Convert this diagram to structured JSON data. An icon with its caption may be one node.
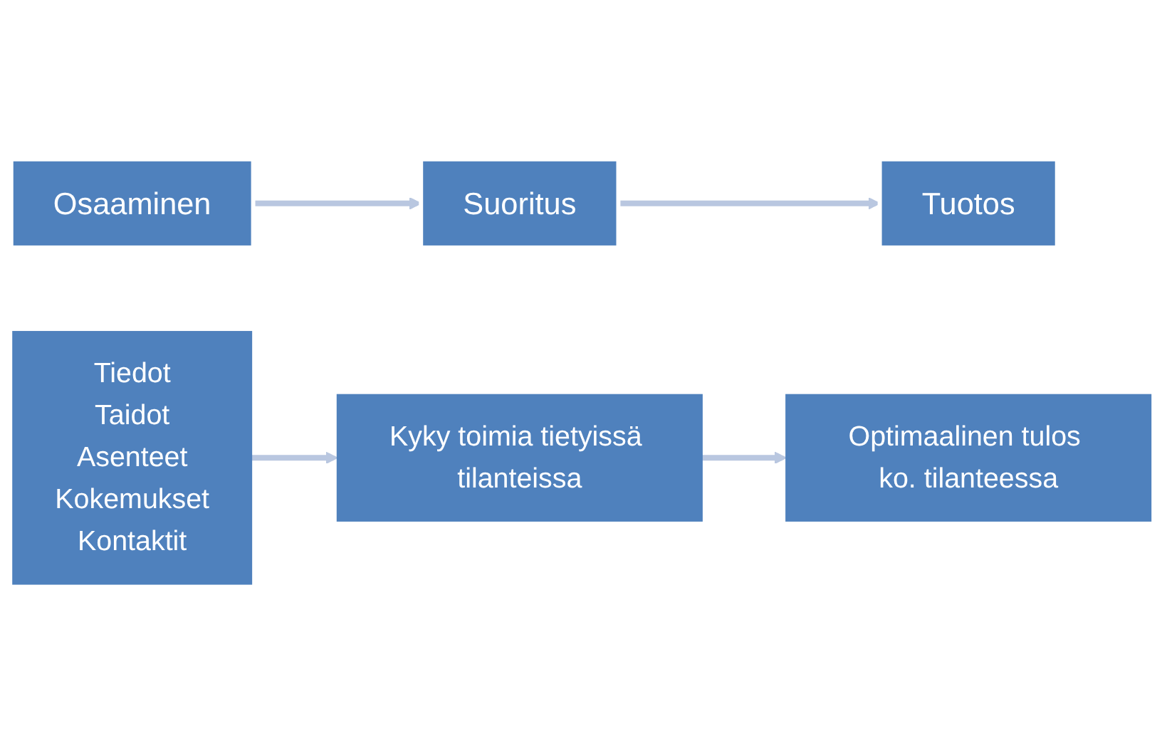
{
  "diagram": {
    "nodes": [
      {
        "text": [
          "Osaaminen"
        ]
      },
      {
        "text": [
          "Suoritus"
        ]
      },
      {
        "text": [
          "Tuotos"
        ]
      },
      {
        "text": [
          "Tiedot",
          "Taidot",
          "Asenteet",
          "Kokemukset",
          "Kontaktit"
        ]
      },
      {
        "text": [
          "Kyky toimia tietyissä tilanteissa"
        ]
      },
      {
        "text": [
          "Optimaalinen tulos ko. tilanteessa"
        ]
      }
    ],
    "edges": [
      {
        "from": 0,
        "to": 1,
        "arrow": "to"
      },
      {
        "from": 1,
        "to": 2,
        "arrow": "to"
      },
      {
        "from": 3,
        "to": 4,
        "arrow": "to"
      },
      {
        "from": 4,
        "to": 5,
        "arrow": "to"
      }
    ]
  }
}
